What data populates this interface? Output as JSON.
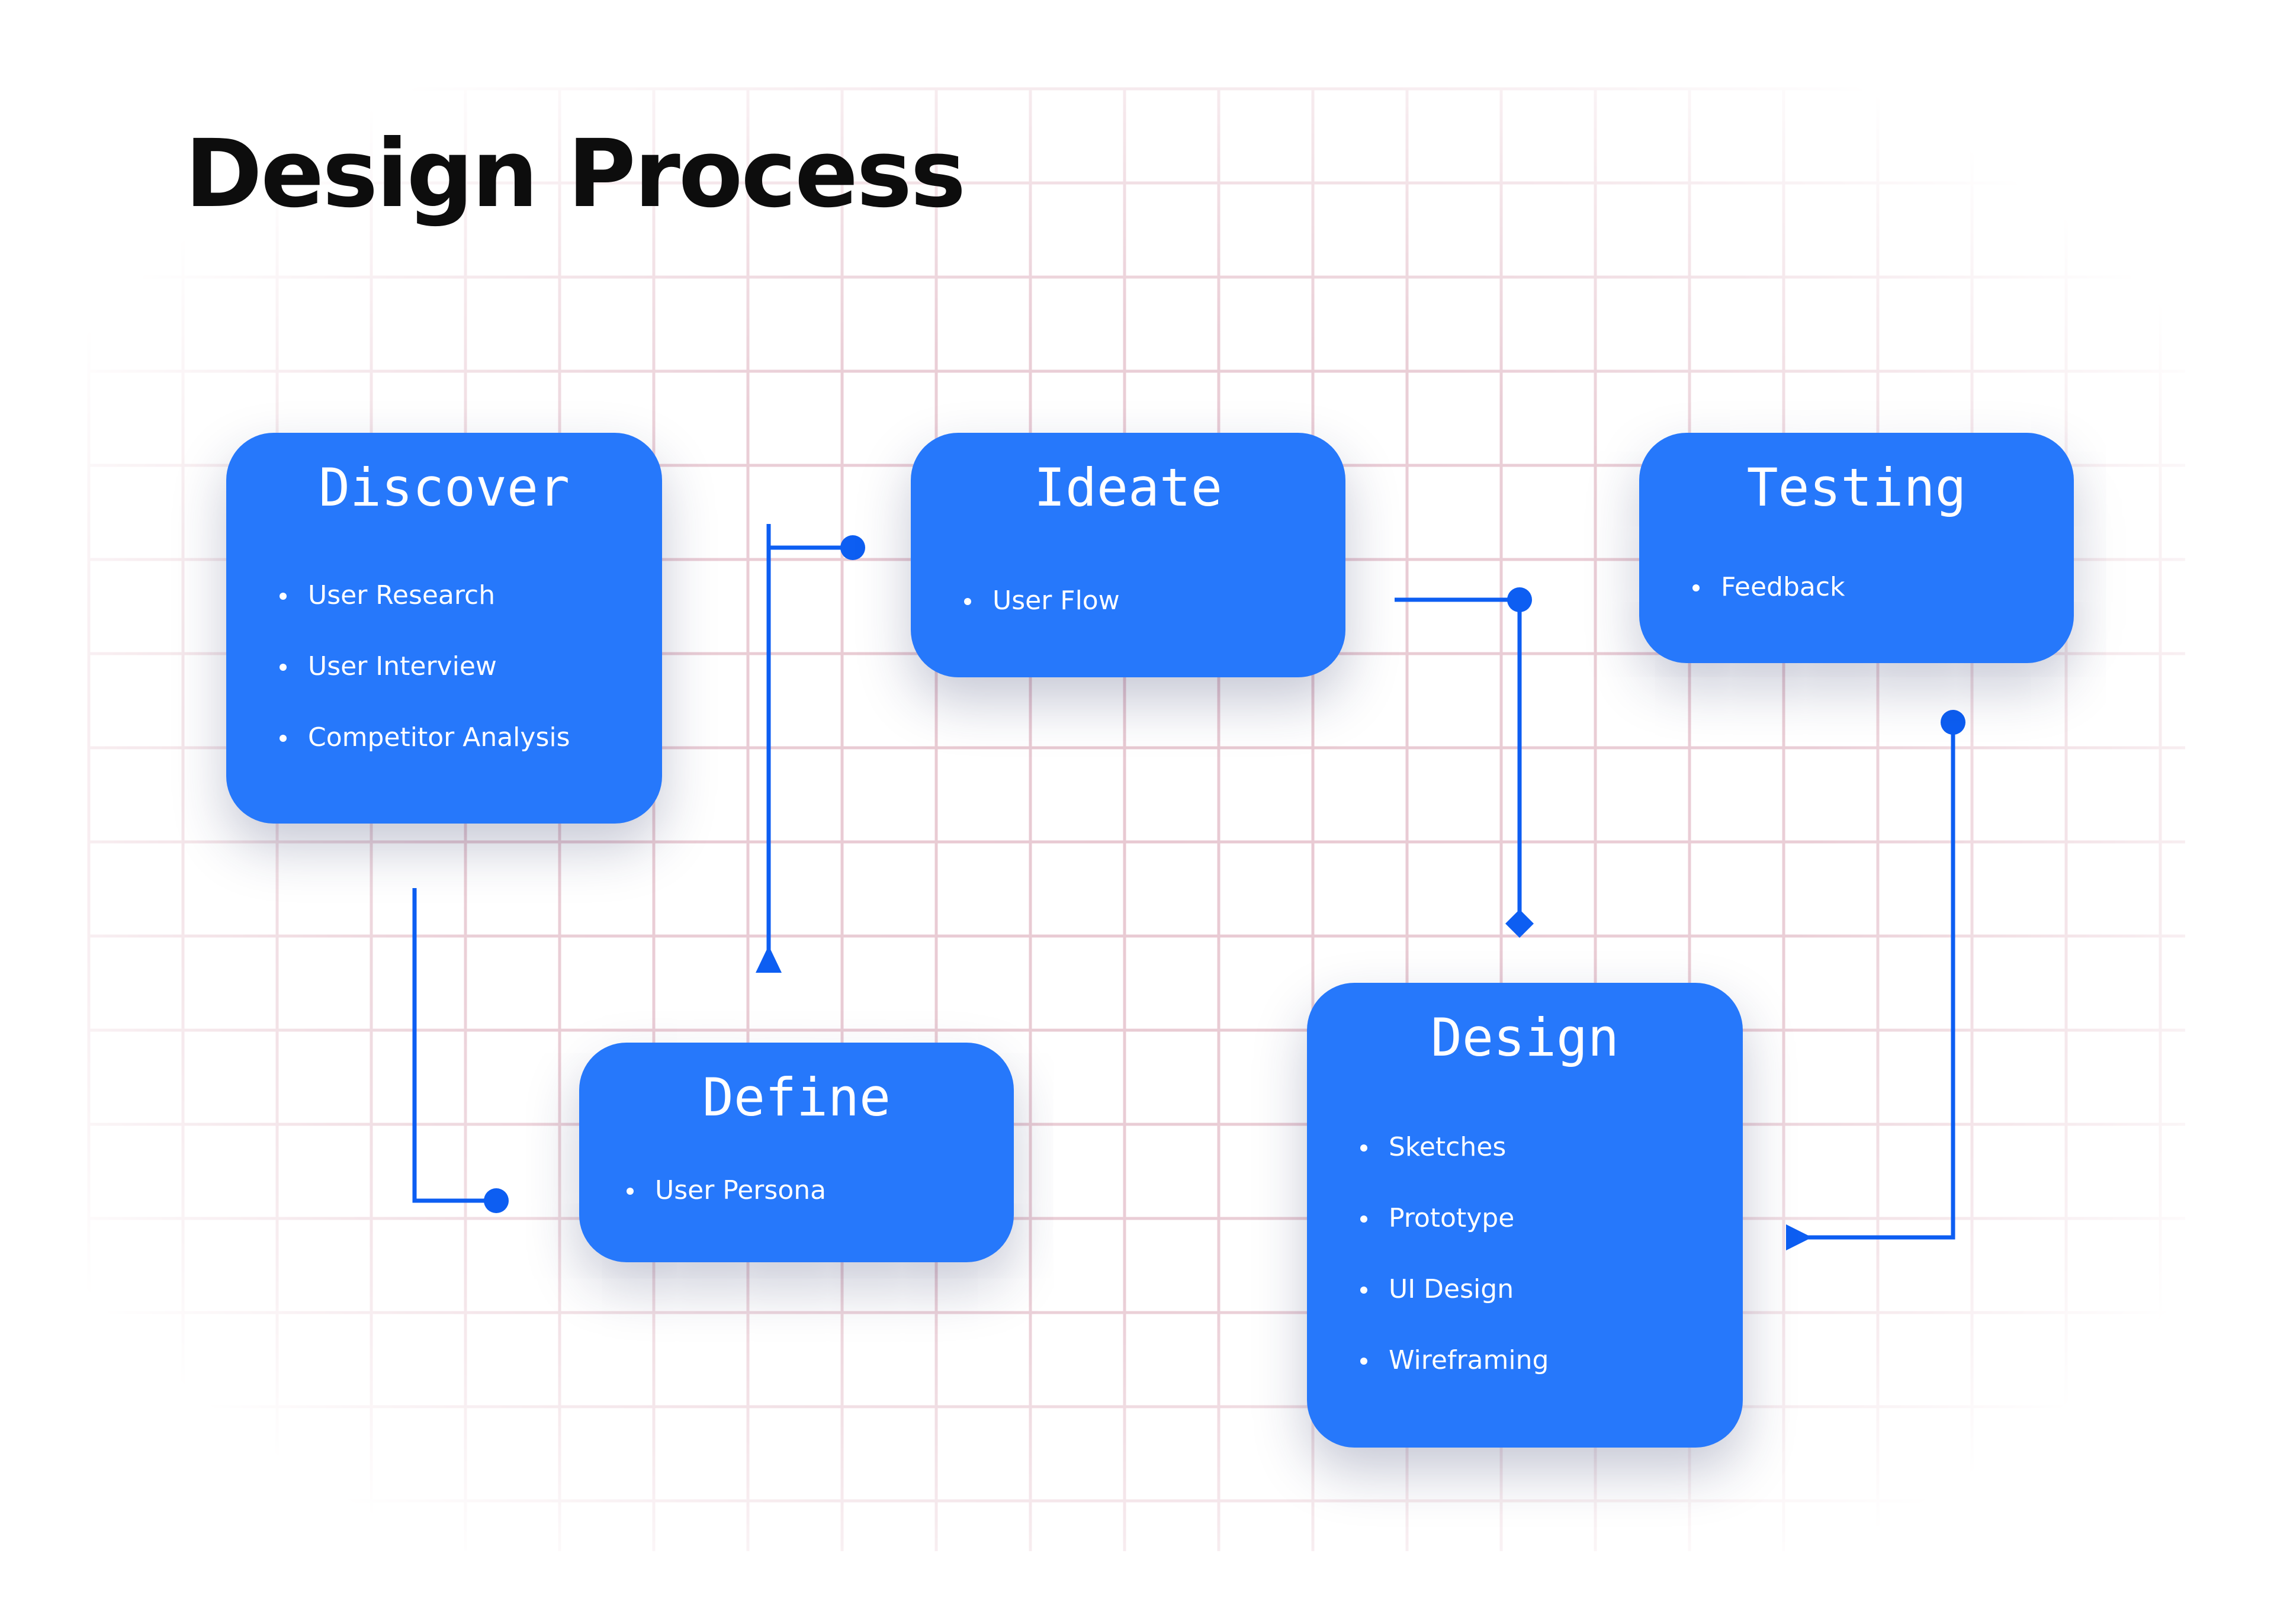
{
  "title": "Design Process",
  "colors": {
    "card": "#2678fb",
    "connector": "#0d5ef2",
    "grid": "#e8c9d2",
    "title": "#0d0d0d"
  },
  "stages": [
    {
      "id": "discover",
      "title": "Discover",
      "items": [
        "User Research",
        "User Interview",
        "Competitor Analysis"
      ]
    },
    {
      "id": "define",
      "title": "Define",
      "items": [
        "User Persona"
      ]
    },
    {
      "id": "ideate",
      "title": "Ideate",
      "items": [
        "User Flow"
      ]
    },
    {
      "id": "design",
      "title": "Design",
      "items": [
        "Sketches",
        "Prototype",
        "UI Design",
        "Wireframing"
      ]
    },
    {
      "id": "testing",
      "title": "Testing",
      "items": [
        "Feedback"
      ]
    }
  ],
  "connectors": [
    {
      "from": "discover",
      "to": "define",
      "start_marker": "none",
      "end_marker": "circle"
    },
    {
      "from": "define",
      "to": "ideate",
      "start_marker": "triangle",
      "end_marker": "circle"
    },
    {
      "from": "ideate",
      "to": "design",
      "start_marker": "circle",
      "end_marker": "diamond"
    },
    {
      "from": "design",
      "to": "testing",
      "start_marker": "triangle",
      "end_marker": "circle"
    }
  ]
}
